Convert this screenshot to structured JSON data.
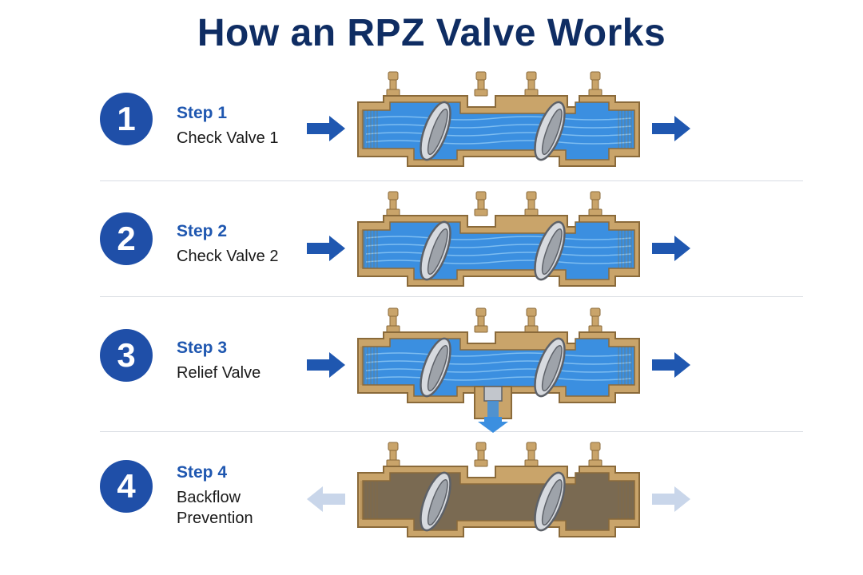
{
  "title": "How an RPZ Valve Works",
  "steps": [
    {
      "number": "1",
      "title": "Step 1",
      "label": "Check Valve 1",
      "state": "flow",
      "relief_open": false
    },
    {
      "number": "2",
      "title": "Step 2",
      "label": "Check Valve 2",
      "state": "flow",
      "relief_open": false
    },
    {
      "number": "3",
      "title": "Step 3",
      "label": "Relief Valve",
      "state": "flow",
      "relief_open": true
    },
    {
      "number": "4",
      "title": "Step 4",
      "label": "Backflow Prevention",
      "state": "blocked",
      "relief_open": false
    }
  ],
  "colors": {
    "title": "#0f2d63",
    "step_circle": "#1f4fa8",
    "step_title": "#1f57b0",
    "arrow": "#1f57b0",
    "arrow_faded": "#c9d6ea",
    "brass": "#c9a46a",
    "brass_dark": "#8a6a3a",
    "water": "#3b8fe0",
    "water_light": "#8fc8f5",
    "steel": "#b8bcc2"
  }
}
